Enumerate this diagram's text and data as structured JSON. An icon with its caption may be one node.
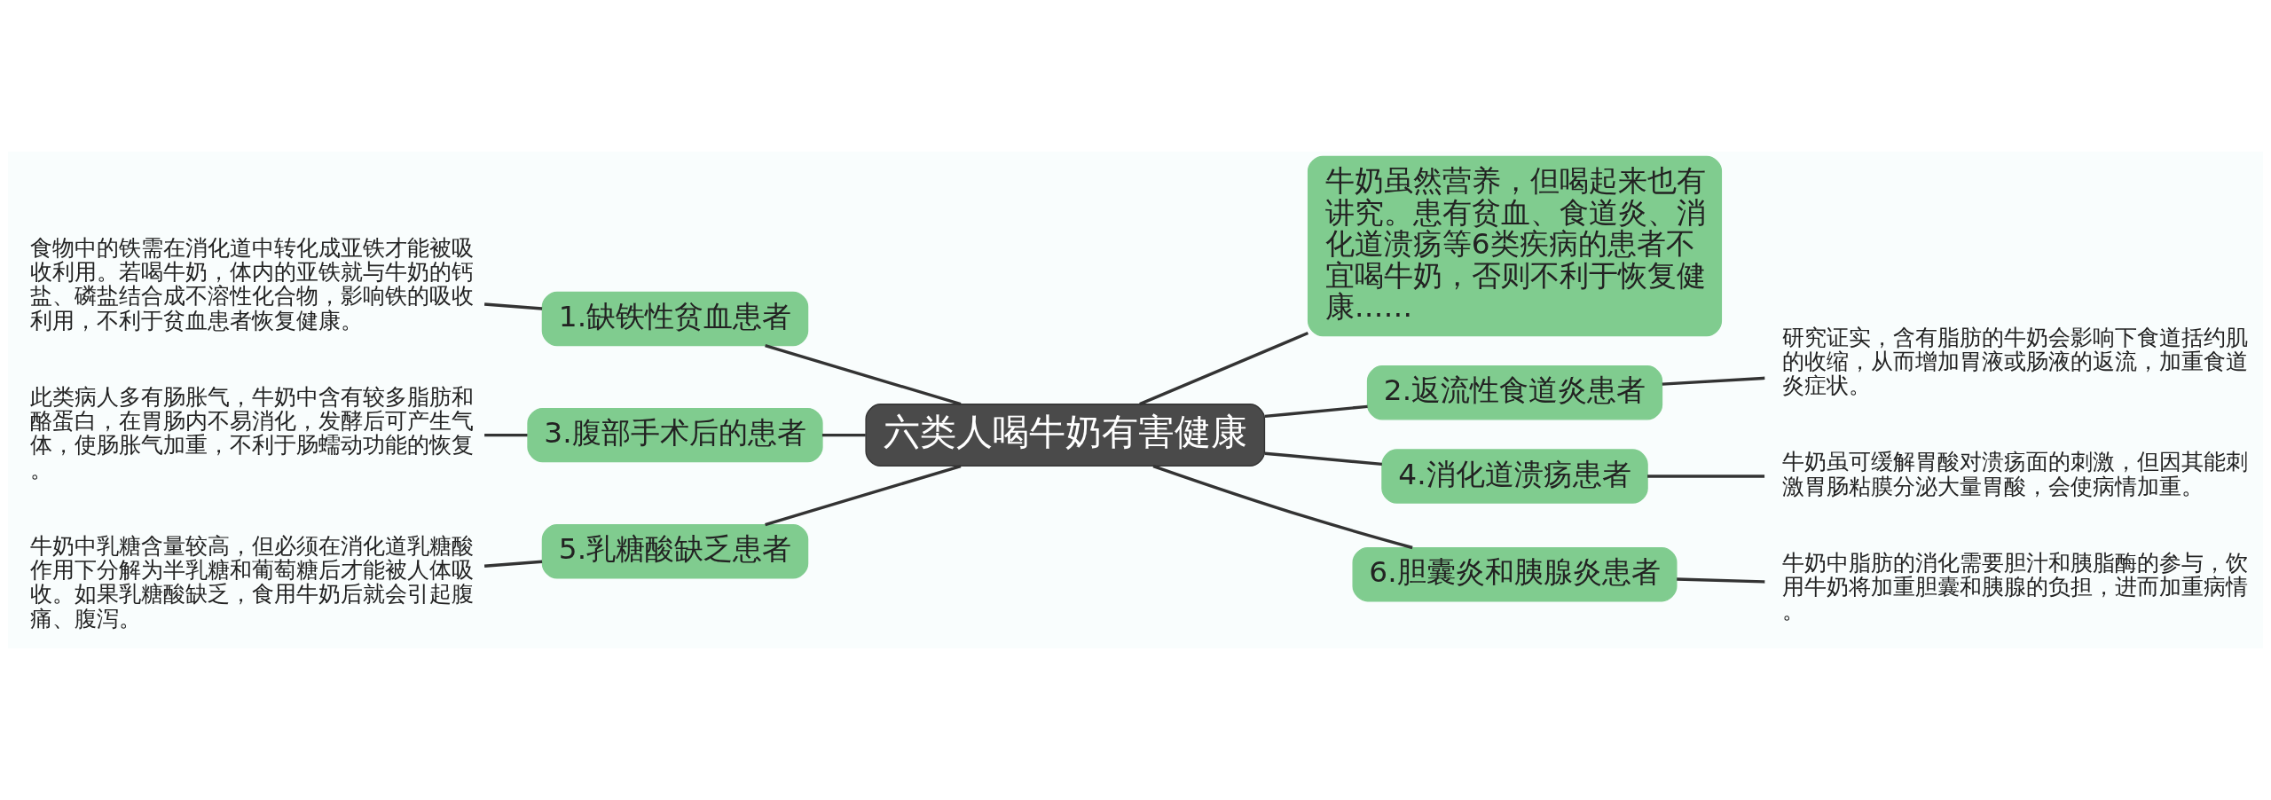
{
  "diagram": {
    "nodes": [
      {
        "text": [
          "六类人喝牛奶有害健康"
        ]
      },
      {
        "text": [
          "1.缺铁性贫血患者"
        ]
      },
      {
        "text": [
          "食物中的铁需在消化道中转化成亚铁才能被吸收利用。若喝牛奶，体内的亚铁就与牛奶的钙盐、磷盐结合成不溶性化合物，影响铁的吸收利用，不利于贫血患者恢复健康。"
        ]
      },
      {
        "text": [
          "3.腹部手术后的患者"
        ]
      },
      {
        "text": [
          "此类病人多有肠胀气，牛奶中含有较多脂肪和酪蛋白，在胃肠内不易消化，发酵后可产生气体，使肠胀气加重，不利于肠蠕动功能的恢复。"
        ]
      },
      {
        "text": [
          "5.乳糖酸缺乏患者"
        ]
      },
      {
        "text": [
          "牛奶中乳糖含量较高，但必须在消化道乳糖酸作用下分解为半乳糖和葡萄糖后才能被人体吸收。如果乳糖酸缺乏，食用牛奶后就会引起腹痛、腹泻。"
        ]
      },
      {
        "text": [
          "牛奶虽然营养，但喝起来也有讲究。患有贫血、食道炎、消化道溃疡等6类疾病的患者不宜喝牛奶，否则不利于恢复健康……"
        ]
      },
      {
        "text": [
          "2.返流性食道炎患者"
        ]
      },
      {
        "text": [
          "研究证实，含有脂肪的牛奶会影响下食道括约肌的收缩，从而增加胃液或肠液的返流，加重食道炎症状。"
        ]
      },
      {
        "text": [
          "4.消化道溃疡患者"
        ]
      },
      {
        "text": [
          "牛奶虽可缓解胃酸对溃疡面的刺激，但因其能刺激胃肠粘膜分泌大量胃酸，会使病情加重。"
        ]
      },
      {
        "text": [
          "6.胆囊炎和胰腺炎患者"
        ]
      },
      {
        "text": [
          "牛奶中脂肪的消化需要胆汁和胰脂酶的参与，饮用牛奶将加重胆囊和胰腺的负担，进而加重病情。"
        ]
      }
    ],
    "edges": [
      {
        "from": 2,
        "to": 1,
        "arrow": "none"
      },
      {
        "from": 1,
        "to": 0,
        "arrow": "none"
      },
      {
        "from": 4,
        "to": 3,
        "arrow": "none"
      },
      {
        "from": 3,
        "to": 0,
        "arrow": "none"
      },
      {
        "from": 6,
        "to": 5,
        "arrow": "none"
      },
      {
        "from": 5,
        "to": 0,
        "arrow": "none"
      },
      {
        "from": 0,
        "to": 7,
        "arrow": "none"
      },
      {
        "from": 0,
        "to": 8,
        "arrow": "none"
      },
      {
        "from": 8,
        "to": 9,
        "arrow": "none"
      },
      {
        "from": 0,
        "to": 10,
        "arrow": "none"
      },
      {
        "from": 10,
        "to": 11,
        "arrow": "none"
      },
      {
        "from": 0,
        "to": 12,
        "arrow": "none"
      },
      {
        "from": 12,
        "to": 13,
        "arrow": "none"
      }
    ]
  }
}
